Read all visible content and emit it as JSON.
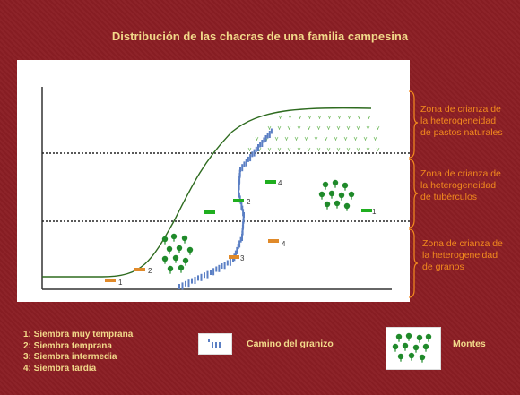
{
  "title": "Distribución de las chacras de una familia campesina",
  "zones": [
    {
      "label": "Zona de crianza de\nla heterogeneidad\nde pastos naturales"
    },
    {
      "label": "Zona de crianza de\nla heterogeneidad\nde tubérculos"
    },
    {
      "label": "Zona de crianza de\nla heterogeneidad\nde granos"
    }
  ],
  "plot_labels": [
    "1",
    "2",
    "3",
    "4",
    "2",
    "1",
    "4"
  ],
  "sowing_legend": "1: Siembra muy temprana\n2: Siembra temprana\n3: Siembra intermedia\n4: Siembra tardía",
  "legend": {
    "hail_path": "Camino del granizo",
    "forests": "Montes"
  },
  "colors": {
    "background": "#8b1e24",
    "title": "#f2d98a",
    "zone_text": "#f28a1e",
    "curve": "#2e6b1f",
    "hail": "#5b7fc4",
    "plot_orange": "#e08a2a",
    "plot_green": "#1fae1f",
    "tree": "#1f8a2a"
  }
}
